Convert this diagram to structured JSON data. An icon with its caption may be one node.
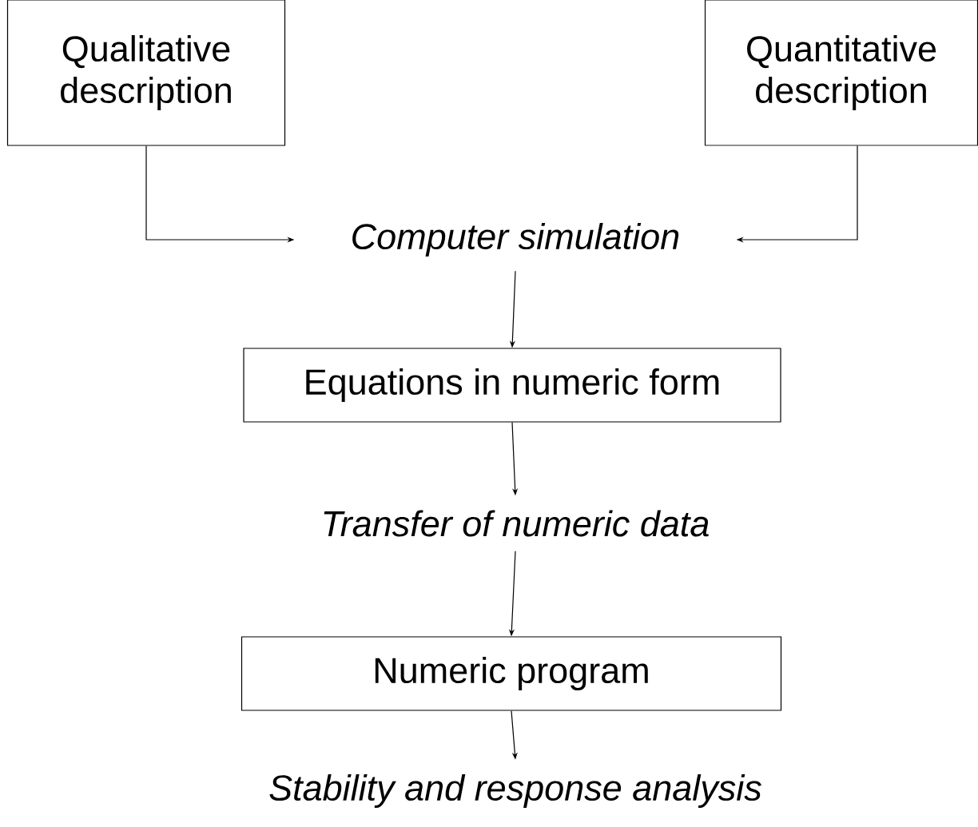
{
  "diagram": {
    "nodes": [
      {
        "text": [
          "Qualitative description"
        ]
      },
      {
        "text": [
          "Quantitative description"
        ]
      },
      {
        "text": [
          "Computer simulation"
        ]
      },
      {
        "text": [
          "Equations in numeric form"
        ]
      },
      {
        "text": [
          "Transfer of numeric data"
        ]
      },
      {
        "text": [
          "Numeric program"
        ]
      },
      {
        "text": [
          "Stability and response analysis"
        ]
      }
    ],
    "edges": [
      {
        "from": 0,
        "to": 2,
        "arrow": "to"
      },
      {
        "from": 1,
        "to": 2,
        "arrow": "to"
      },
      {
        "from": 2,
        "to": 3,
        "arrow": "to"
      },
      {
        "from": 3,
        "to": 4,
        "arrow": "to"
      },
      {
        "from": 4,
        "to": 5,
        "arrow": "to"
      },
      {
        "from": 5,
        "to": 6,
        "arrow": "to"
      }
    ]
  }
}
